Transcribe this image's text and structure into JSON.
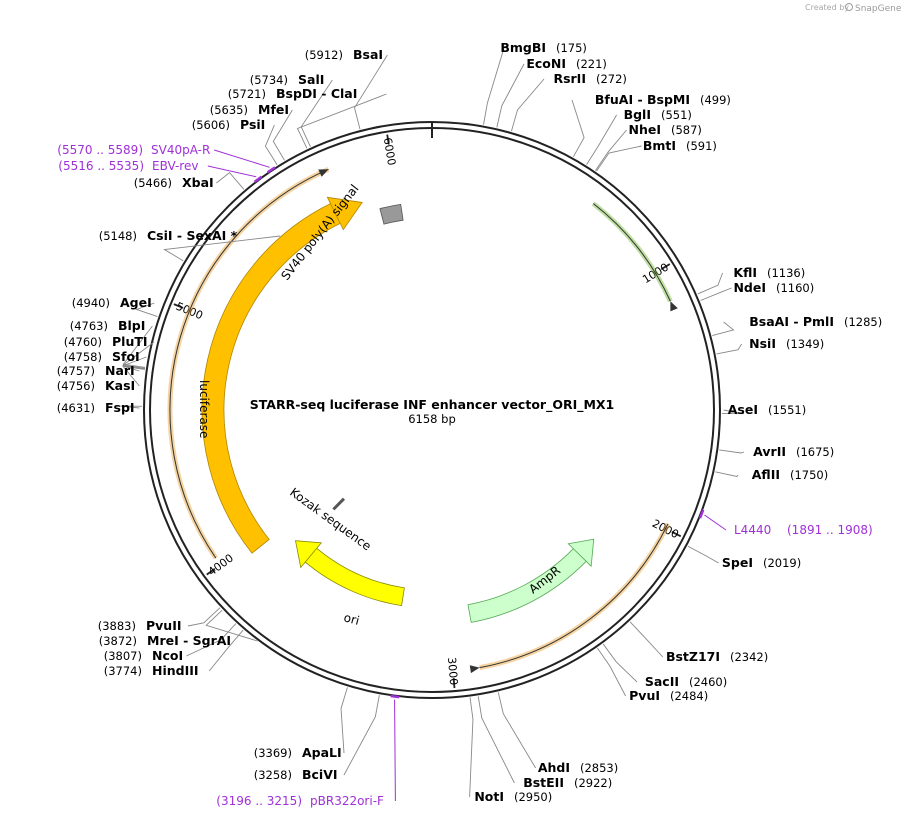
{
  "credit": {
    "prefix": "Created by",
    "brand": "SnapGene"
  },
  "plasmid": {
    "name": "STARR-seq luciferase INF enhancer vector_ORI_MX1",
    "size_label": "6158 bp",
    "length": 6158
  },
  "ticks": [
    {
      "pos": 1000,
      "label": "1000"
    },
    {
      "pos": 2000,
      "label": "2000"
    },
    {
      "pos": 3000,
      "label": "3000"
    },
    {
      "pos": 4000,
      "label": "4000"
    },
    {
      "pos": 5000,
      "label": "5000"
    },
    {
      "pos": 6000,
      "label": "6000"
    }
  ],
  "sites": [
    {
      "pos": 175,
      "pos_label": "(175)",
      "name": "BmgBI",
      "side": "R"
    },
    {
      "pos": 221,
      "pos_label": "(221)",
      "name": "EcoNI",
      "side": "R"
    },
    {
      "pos": 272,
      "pos_label": "(272)",
      "name": "RsrII",
      "side": "R"
    },
    {
      "pos": 499,
      "pos_label": "(499)",
      "name": "BfuAI  -  BspMI",
      "side": "R"
    },
    {
      "pos": 551,
      "pos_label": "(551)",
      "name": "BglI",
      "side": "R"
    },
    {
      "pos": 587,
      "pos_label": "(587)",
      "name": "NheI",
      "side": "R"
    },
    {
      "pos": 591,
      "pos_label": "(591)",
      "name": "BmtI",
      "side": "R"
    },
    {
      "pos": 1136,
      "pos_label": "(1136)",
      "name": "KflI",
      "side": "R"
    },
    {
      "pos": 1160,
      "pos_label": "(1160)",
      "name": "NdeI",
      "side": "R"
    },
    {
      "pos": 1285,
      "pos_label": "(1285)",
      "name": "BsaAI  -  PmlI",
      "side": "R"
    },
    {
      "pos": 1349,
      "pos_label": "(1349)",
      "name": "NsiI",
      "side": "R"
    },
    {
      "pos": 1551,
      "pos_label": "(1551)",
      "name": "AseI",
      "side": "R"
    },
    {
      "pos": 1675,
      "pos_label": "(1675)",
      "name": "AvrII",
      "side": "R"
    },
    {
      "pos": 1750,
      "pos_label": "(1750)",
      "name": "AflII",
      "side": "R"
    },
    {
      "pos": 2019,
      "pos_label": "(2019)",
      "name": "SpeI",
      "side": "R"
    },
    {
      "pos": 2342,
      "pos_label": "(2342)",
      "name": "BstZ17I",
      "side": "R"
    },
    {
      "pos": 2460,
      "pos_label": "(2460)",
      "name": "SacII",
      "side": "R"
    },
    {
      "pos": 2484,
      "pos_label": "(2484)",
      "name": "PvuI",
      "side": "R"
    },
    {
      "pos": 2853,
      "pos_label": "(2853)",
      "name": "AhdI",
      "side": "R"
    },
    {
      "pos": 2922,
      "pos_label": "(2922)",
      "name": "BstEII",
      "side": "R"
    },
    {
      "pos": 2950,
      "pos_label": "(2950)",
      "name": "NotI",
      "side": "R"
    },
    {
      "pos": 3258,
      "pos_label": "(3258)",
      "name": "BciVI",
      "side": "L"
    },
    {
      "pos": 3369,
      "pos_label": "(3369)",
      "name": "ApaLI",
      "side": "L"
    },
    {
      "pos": 3774,
      "pos_label": "(3774)",
      "name": "HindIII",
      "side": "L"
    },
    {
      "pos": 3807,
      "pos_label": "(3807)",
      "name": "NcoI",
      "side": "L"
    },
    {
      "pos": 3872,
      "pos_label": "(3872)",
      "name": "MreI  -  SgrAI",
      "side": "L"
    },
    {
      "pos": 3883,
      "pos_label": "(3883)",
      "name": "PvuII",
      "side": "L"
    },
    {
      "pos": 4631,
      "pos_label": "(4631)",
      "name": "FspI",
      "side": "L"
    },
    {
      "pos": 4756,
      "pos_label": "(4756)",
      "name": "KasI",
      "side": "L"
    },
    {
      "pos": 4757,
      "pos_label": "(4757)",
      "name": "NarI",
      "side": "L"
    },
    {
      "pos": 4758,
      "pos_label": "(4758)",
      "name": "SfoI",
      "side": "L"
    },
    {
      "pos": 4760,
      "pos_label": "(4760)",
      "name": "PluTI",
      "side": "L"
    },
    {
      "pos": 4763,
      "pos_label": "(4763)",
      "name": "BlpI",
      "side": "L"
    },
    {
      "pos": 4940,
      "pos_label": "(4940)",
      "name": "AgeI",
      "side": "L"
    },
    {
      "pos": 5148,
      "pos_label": "(5148)",
      "name": "CsiI   -  SexAI *",
      "side": "L"
    },
    {
      "pos": 5466,
      "pos_label": "(5466)",
      "name": "XbaI",
      "side": "L"
    },
    {
      "pos": 5606,
      "pos_label": "(5606)",
      "name": "PsiI",
      "side": "L"
    },
    {
      "pos": 5635,
      "pos_label": "(5635)",
      "name": "MfeI",
      "side": "L"
    },
    {
      "pos": 5721,
      "pos_label": "(5721)",
      "name": "BspDI  -  ClaI",
      "side": "L"
    },
    {
      "pos": 5734,
      "pos_label": "(5734)",
      "name": "SalI",
      "side": "L"
    },
    {
      "pos": 5912,
      "pos_label": "(5912)",
      "name": "BsaI",
      "side": "L"
    }
  ],
  "primers": [
    {
      "pos": 1900,
      "range": "(1891 .. 1908)",
      "name": "L4440",
      "side": "R"
    },
    {
      "pos": 3205,
      "range": "(3196 .. 3215)",
      "name": "pBR322ori-F",
      "side": "L"
    },
    {
      "pos": 5525,
      "range": "(5516 .. 5535)",
      "name": "EBV-rev",
      "side": "L"
    },
    {
      "pos": 5580,
      "range": "(5570 .. 5589)",
      "name": "SV40pA-R",
      "side": "L"
    }
  ],
  "features": [
    {
      "name": "luciferase",
      "color": "#ffc000",
      "stroke": "#b08600",
      "strand": "fwd"
    },
    {
      "name": "SV40 poly(A) signal",
      "color": "#999999",
      "stroke": "#555555",
      "strand": "none"
    },
    {
      "name": "Kozak sequence",
      "color": "#999999",
      "stroke": "#555555",
      "strand": "none"
    },
    {
      "name": "ori",
      "color": "#ffff00",
      "stroke": "#888800",
      "strand": "fwd"
    },
    {
      "name": "AmpR",
      "color": "#ccffcc",
      "stroke": "#55aa55",
      "strand": "rev"
    }
  ],
  "colors": {
    "backbone": "#222222",
    "primer": "#a030d8",
    "orf_orange": "#e8a030",
    "orf_green": "#70b830"
  }
}
